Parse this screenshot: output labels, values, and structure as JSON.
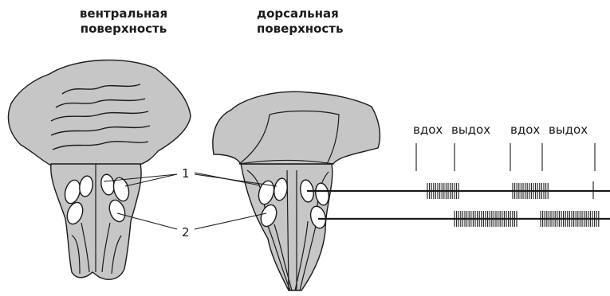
{
  "titles": {
    "ventral_line1": "вентральная",
    "ventral_line2": "поверхность",
    "dorsal_line1": "дорсальная",
    "dorsal_line2": "поверхность"
  },
  "phase_labels": [
    "вдох",
    "выдох",
    "вдох",
    "выдох"
  ],
  "callouts": {
    "group_1": "1",
    "group_2": "2"
  },
  "colors": {
    "fill": "#c6c6c6",
    "stroke": "#1a1a1a",
    "oval": "#ffffff"
  }
}
